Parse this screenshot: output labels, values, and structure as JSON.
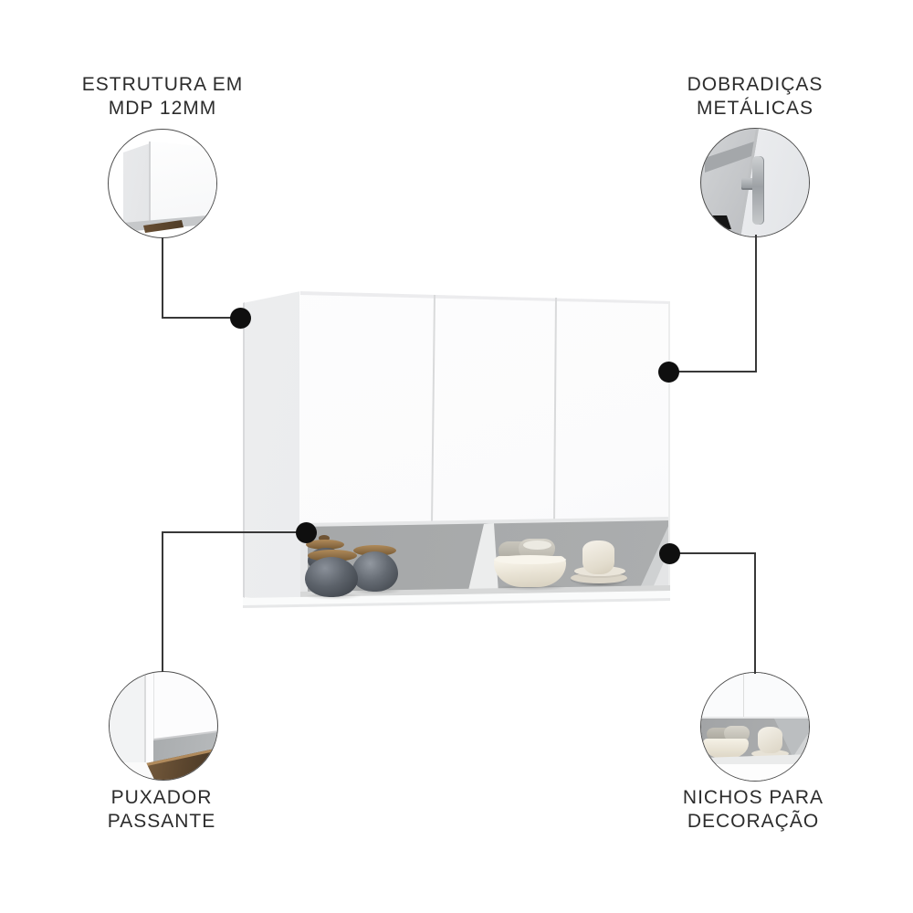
{
  "figure": {
    "kind": "annotated product feature diagram",
    "subject": "white 3-door kitchen wall cabinet with two open decorative niches",
    "door_count": 3,
    "niche_count": 2
  },
  "callouts": {
    "structure": {
      "line1": "ESTRUTURA EM",
      "line2": "MDP 12MM"
    },
    "hinges": {
      "line1": "DOBRADIÇAS",
      "line2": "METÁLICAS"
    },
    "handle": {
      "line1": "PUXADOR",
      "line2": "PASSANTE"
    },
    "niches": {
      "line1": "NICHOS PARA",
      "line2": "DECORAÇÃO"
    }
  },
  "colors": {
    "background": "#ffffff",
    "text": "#2c2c2c",
    "connector_line": "#383838",
    "callout_dot": "#0f0f0f",
    "circle_border": "#4d4d4d",
    "cabinet_white": "#fbfbfc",
    "cabinet_side": "#e7e8ea",
    "niche_interior": "#a8aaab",
    "shelf": "#d7d8d8",
    "jar_body": "#4c5158",
    "jar_lid_wood": "#8f6f47",
    "bowl_cream": "#efebe0",
    "wood_detail": "#6b5136"
  }
}
